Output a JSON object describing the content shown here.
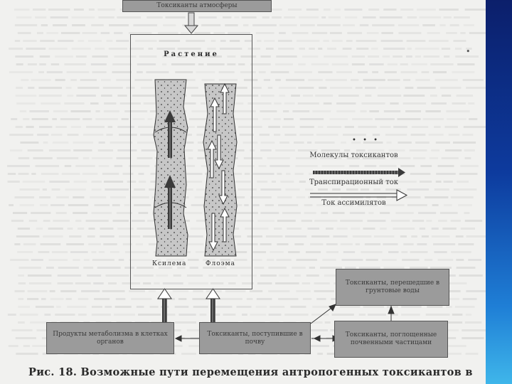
{
  "boxes": {
    "top": "Токсиканты атмосферы",
    "plant_title": "Растение",
    "xylem": "Ксилема",
    "phloem": "Флоэма",
    "bottom_left": "Продукты метаболизма в клетках органов",
    "bottom_middle": "Токсиканты, поступившие в почву",
    "bottom_right": "Токсиканты, поглощенные почвенными частицами",
    "right": "Токсиканты, перешедшие в грунтовые воды"
  },
  "legend": {
    "dots": "• • •",
    "molecules": "Молекулы токсикантов",
    "transpiration": "Транспирационный ток",
    "assimilates": "Ток ассимилятов"
  },
  "caption": "Рис. 18. Возможные пути перемещения антропогенных токсикантов в",
  "stray_mark": "•",
  "colors": {
    "side_bar_top": "#0c1f6b",
    "side_bar_bottom": "#3fb6ea",
    "box_fill": "#9b9b9b"
  }
}
